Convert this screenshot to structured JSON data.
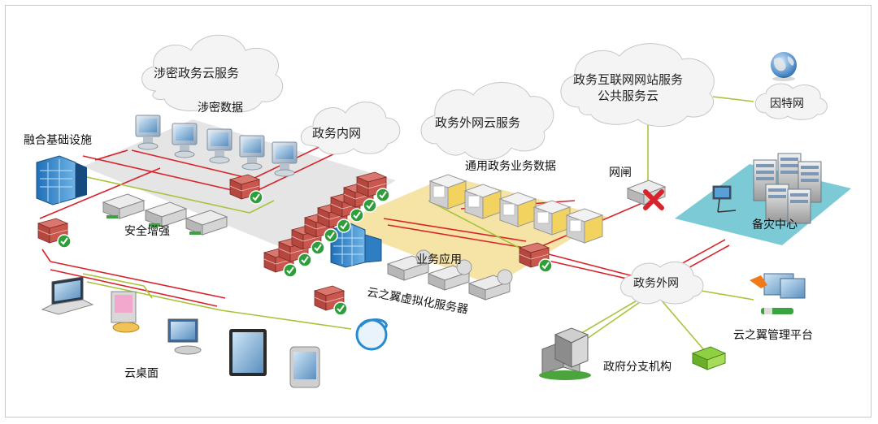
{
  "colors": {
    "link_red": "#d8232a",
    "link_green": "#a8c43a",
    "zone_gray": "#e6e6e6",
    "zone_yellow": "#f6e3a6",
    "zone_teal": "#7ccad6",
    "cloud_fill": "#f4f4f4",
    "firewall": "#b5473f",
    "check": "#2e9e3a"
  },
  "clouds": {
    "classified_cloud": "涉密政务云服务",
    "intranet_cloud": "政务内网",
    "extranet_cloud": "政务外网云服务",
    "internet_cloud": "政务互联网网站服务\n公共服务云",
    "internet_small": "因特网",
    "extranet_hub": "政务外网"
  },
  "labels": {
    "classified_data": "涉密数据",
    "infrastructure": "融合基础设施",
    "security": "安全增强",
    "common_data": "通用政务业务数据",
    "business_apps": "业务应用",
    "virtual_servers": "云之翼虚拟化服务器",
    "gateway": "网闸",
    "disaster_center": "备灾中心",
    "cloud_desktop": "云桌面",
    "mgmt_platform": "云之翼管理平台",
    "branch": "政府分支机构"
  },
  "icons": {
    "globe": "globe-icon",
    "building": "server-building-icon",
    "firewall": "firewall-icon",
    "server": "server-icon",
    "tower_pc": "workstation-icon",
    "laptop": "laptop-icon",
    "tablet": "tablet-icon",
    "phone": "phone-icon",
    "ie": "browser-icon",
    "office": "office-building-icon",
    "cash": "money-icon"
  }
}
